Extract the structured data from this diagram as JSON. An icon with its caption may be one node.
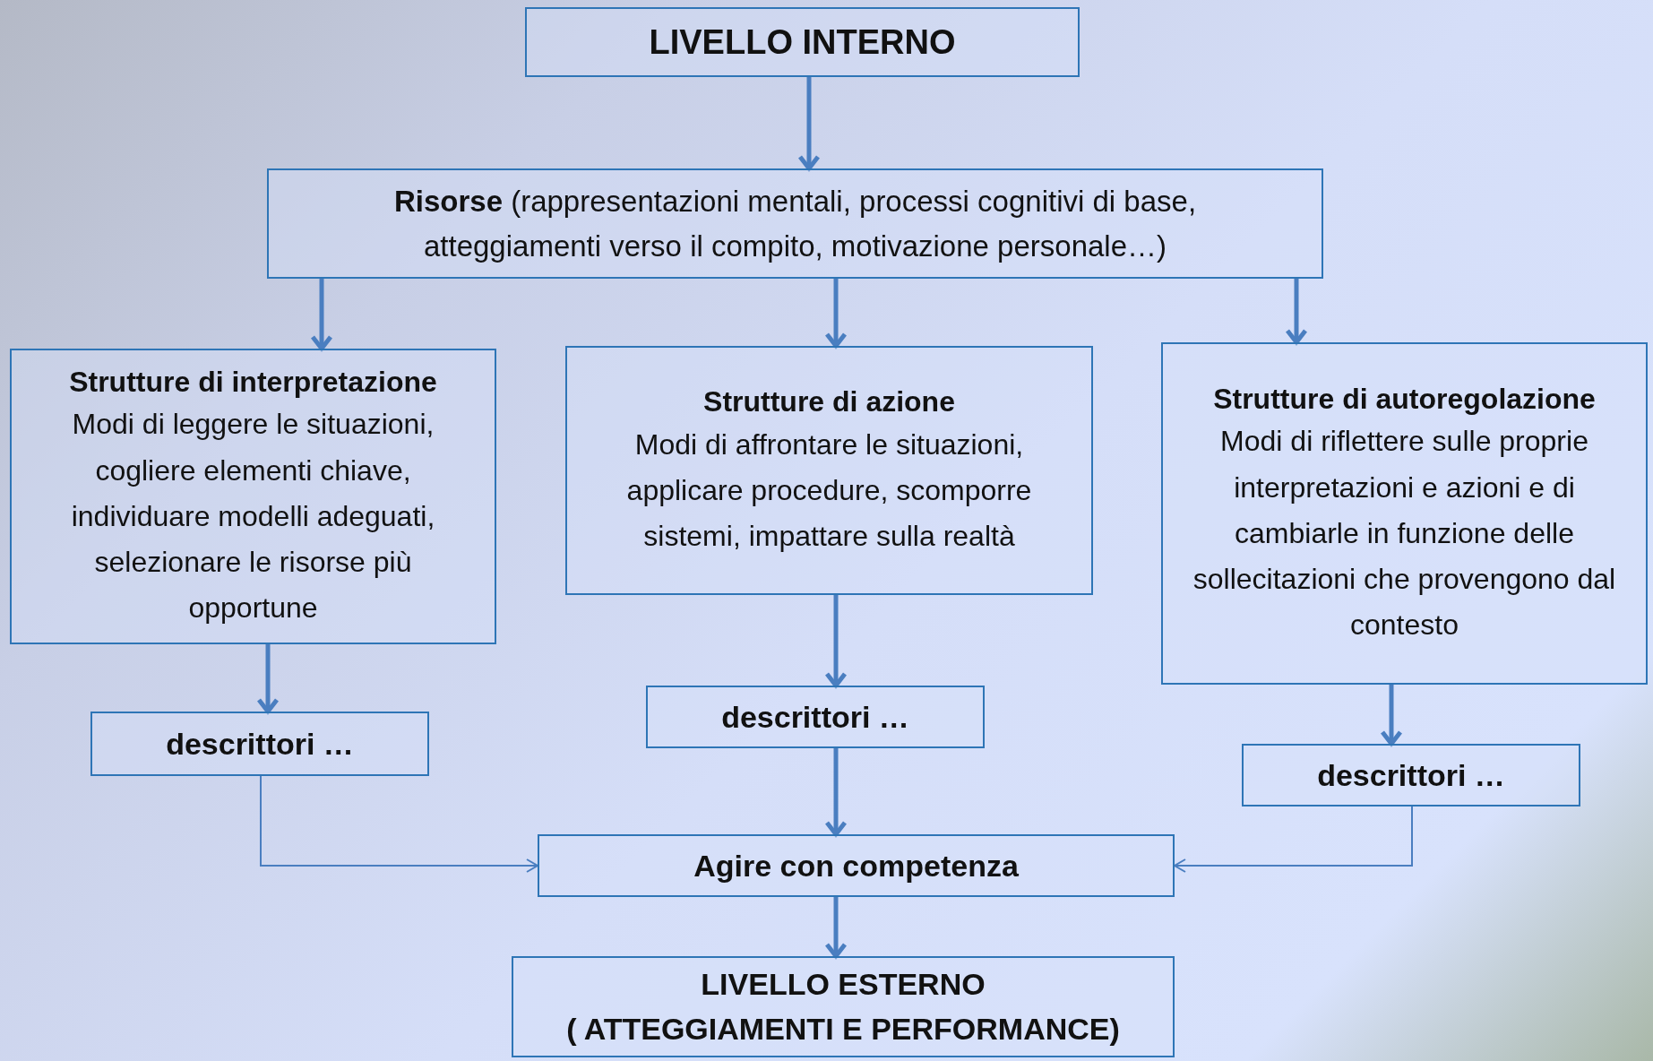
{
  "diagram": {
    "nodes": [
      {
        "text": [
          "LIVELLO INTERNO"
        ]
      },
      {
        "text": [
          "**Risorse** (rappresentazioni mentali, processi cognitivi di base, atteggiamenti verso il compito, motivazione personale…)"
        ]
      },
      {
        "text": [
          "Strutture di interpretazione",
          "Modi di leggere le situazioni, cogliere elementi chiave, individuare modelli adeguati, selezionare le risorse più opportune"
        ]
      },
      {
        "text": [
          "Strutture di azione",
          "Modi di affrontare le situazioni, applicare procedure, scomporre sistemi, impattare sulla realtà"
        ]
      },
      {
        "text": [
          "Strutture di autoregolazione",
          "Modi di riflettere sulle proprie interpretazioni e azioni e di cambiarle in funzione delle sollecitazioni che provengono dal contesto"
        ]
      },
      {
        "text": [
          "descrittori …"
        ]
      },
      {
        "text": [
          "descrittori …"
        ]
      },
      {
        "text": [
          "descrittori …"
        ]
      },
      {
        "text": [
          "Agire con competenza"
        ]
      },
      {
        "text": [
          "LIVELLO ESTERNO",
          "( ATTEGGIAMENTI E PERFORMANCE)"
        ]
      }
    ],
    "edges": [
      {
        "from": 0,
        "to": 1,
        "arrow": "to"
      },
      {
        "from": 1,
        "to": 2,
        "arrow": "to"
      },
      {
        "from": 1,
        "to": 3,
        "arrow": "to"
      },
      {
        "from": 1,
        "to": 4,
        "arrow": "to"
      },
      {
        "from": 2,
        "to": 5,
        "arrow": "to"
      },
      {
        "from": 3,
        "to": 6,
        "arrow": "to"
      },
      {
        "from": 4,
        "to": 7,
        "arrow": "to"
      },
      {
        "from": 6,
        "to": 8,
        "arrow": "to"
      },
      {
        "from": 5,
        "to": 8,
        "arrow": "to"
      },
      {
        "from": 7,
        "to": 8,
        "arrow": "to"
      },
      {
        "from": 8,
        "to": 9,
        "arrow": "to"
      }
    ]
  }
}
